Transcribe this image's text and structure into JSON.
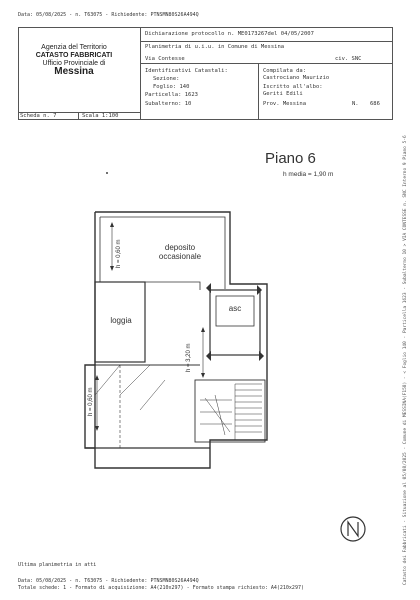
{
  "top_meta": "Data: 05/08/2025 - n. T63075 - Richiedente: PTNSMN80S26A494Q",
  "agency": {
    "line1": "Agenzia del Territorio",
    "line2": "CATASTO FABBRICATI",
    "line3": "Ufficio Provinciale di",
    "line4": "Messina"
  },
  "header": {
    "protocol": "Dichiarazione protocollo n.  ME0173267del  04/05/2007",
    "planimetry": "Planimetria di u.i.u. in Comune di Messina",
    "address": "Via Contesse",
    "civ": "civ. SNC",
    "ids_title": "Identificativi Catastali:",
    "sezione": "Sezione:",
    "foglio": "Foglio: 140",
    "particella": "Particella: 1623",
    "subalterno": "Subalterno: 10",
    "compilata": "Compilata da:",
    "compiler_name": "Castrociano Maurizio",
    "iscritto": "Iscritto all'albo:",
    "albo": "Geriti Edili",
    "prov": "Prov. Messina",
    "num_label": "N.",
    "num_value": "686",
    "scheda": "Scheda n. 7",
    "scala": "Scala 1:100"
  },
  "plan": {
    "title": "Piano 6",
    "h_media": "h media = 1,90 m",
    "deposito_line1": "deposito",
    "deposito_line2": "occasionale",
    "loggia": "loggia",
    "asc": "asc",
    "h_060_top": "h = 0,60 m",
    "h_060_bottom": "h = 0,60 m",
    "h_320": "h = 3,20 m"
  },
  "footer": {
    "ultima": "Ultima planimetria in atti",
    "line1": "Data: 05/08/2025 - n. T63075 - Richiedente: PTNSMN80S26A494Q",
    "line2": "Totale schede: 1 - Formato di acquisizione: A4(210x297) - Formato stampa richiesto: A4(210x297)"
  },
  "side_note": "Catasto dei Fabbricati - Situazione al 05/08/2025 - Comune di MESSINA(F158) - < Foglio 140 - Particella 1623 - Subalterno 10 > VIA CONTESSE n. SNC Interno 9 Piano 5-6"
}
